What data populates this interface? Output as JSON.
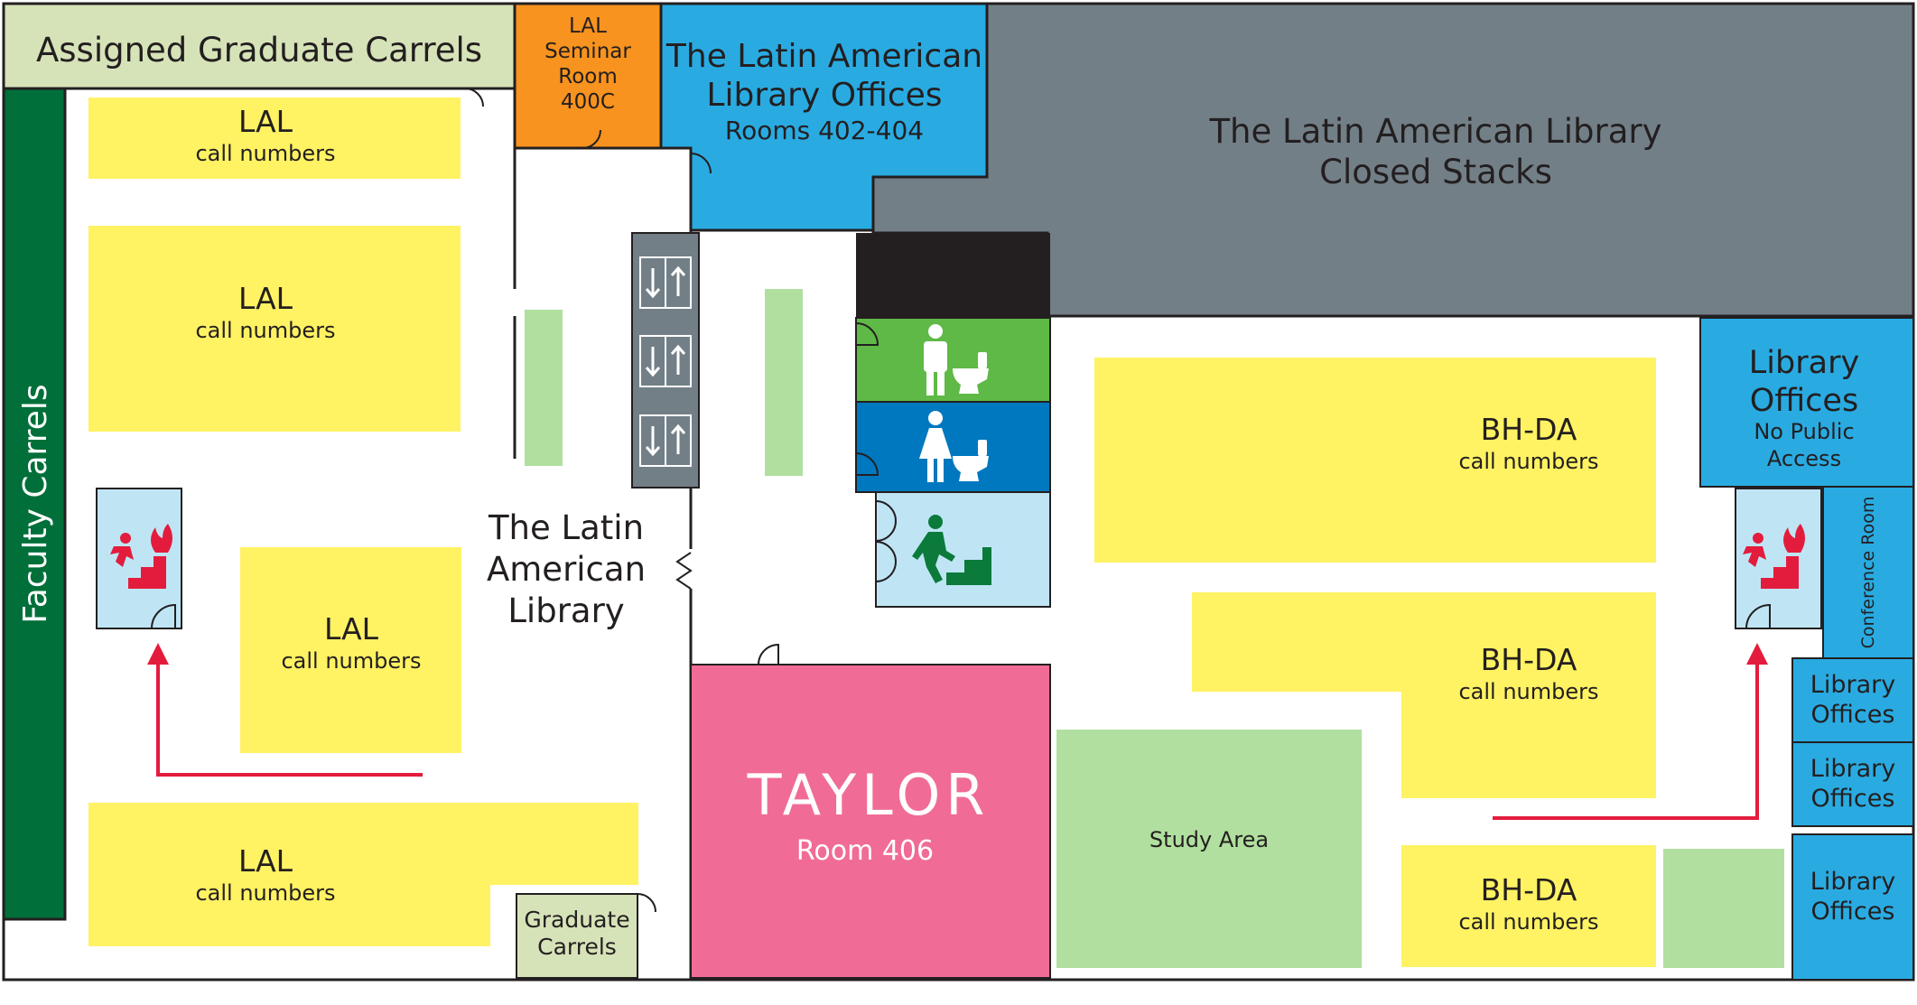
{
  "assigned_carrels": {
    "label": "Assigned Graduate Carrels"
  },
  "seminar_room": {
    "line1": "LAL",
    "line2": "Seminar",
    "line3": "Room",
    "line4": "400C"
  },
  "lal_offices": {
    "line1": "The Latin American",
    "line2": "Library Offices",
    "line3": "Rooms 402-404"
  },
  "closed_stacks": {
    "line1": "The Latin American Library",
    "line2": "Closed Stacks"
  },
  "faculty_carrels": {
    "label": "Faculty Carrels"
  },
  "lal_stacks": [
    {
      "label": "LAL",
      "sub": "call numbers"
    },
    {
      "label": "LAL",
      "sub": "call numbers"
    },
    {
      "label": "LAL",
      "sub": "call numbers"
    },
    {
      "label": "LAL",
      "sub": "call numbers"
    }
  ],
  "lal_name": {
    "line1": "The Latin",
    "line2": "American",
    "line3": "Library"
  },
  "graduate_carrels": {
    "line1": "Graduate",
    "line2": "Carrels"
  },
  "taylor": {
    "name": "TAYLOR",
    "room": "Room 406"
  },
  "study_area": {
    "label": "Study Area"
  },
  "bhda_stacks": [
    {
      "label": "BH-DA",
      "sub": "call numbers"
    },
    {
      "label": "BH-DA",
      "sub": "call numbers"
    },
    {
      "label": "BH-DA",
      "sub": "call numbers"
    }
  ],
  "library_offices_main": {
    "line1": "Library",
    "line2": "Offices",
    "line3": "No Public",
    "line4": "Access"
  },
  "conference_room": {
    "label": "Conference Room"
  },
  "library_offices_small": [
    {
      "line1": "Library",
      "line2": "Offices"
    },
    {
      "line1": "Library",
      "line2": "Offices"
    },
    {
      "line1": "Library",
      "line2": "Offices"
    }
  ],
  "icons": {
    "elevator": "elevator-icon",
    "mens_restroom": "mens-restroom-icon",
    "womens_restroom": "womens-restroom-icon",
    "stairs": "stairs-icon",
    "fire_exit": "fire-exit-stairs-icon",
    "exit_arrow": "exit-route-arrow"
  },
  "colors": {
    "stacks_yellow": "#fff263",
    "study_green": "#b1df9f",
    "carrels_dark_green": "#006f39",
    "assigned_carrels": "#d6e3b8",
    "seminar_orange": "#f7931e",
    "offices_blue": "#29abe2",
    "closed_stacks_gray": "#737f87",
    "taylor_pink": "#f06c96",
    "mens_green": "#5fb946",
    "womens_blue": "#0078bf",
    "stairs_light_blue": "#bfe5f5",
    "exit_red": "#e31c3d",
    "wall_black": "#231f20"
  }
}
